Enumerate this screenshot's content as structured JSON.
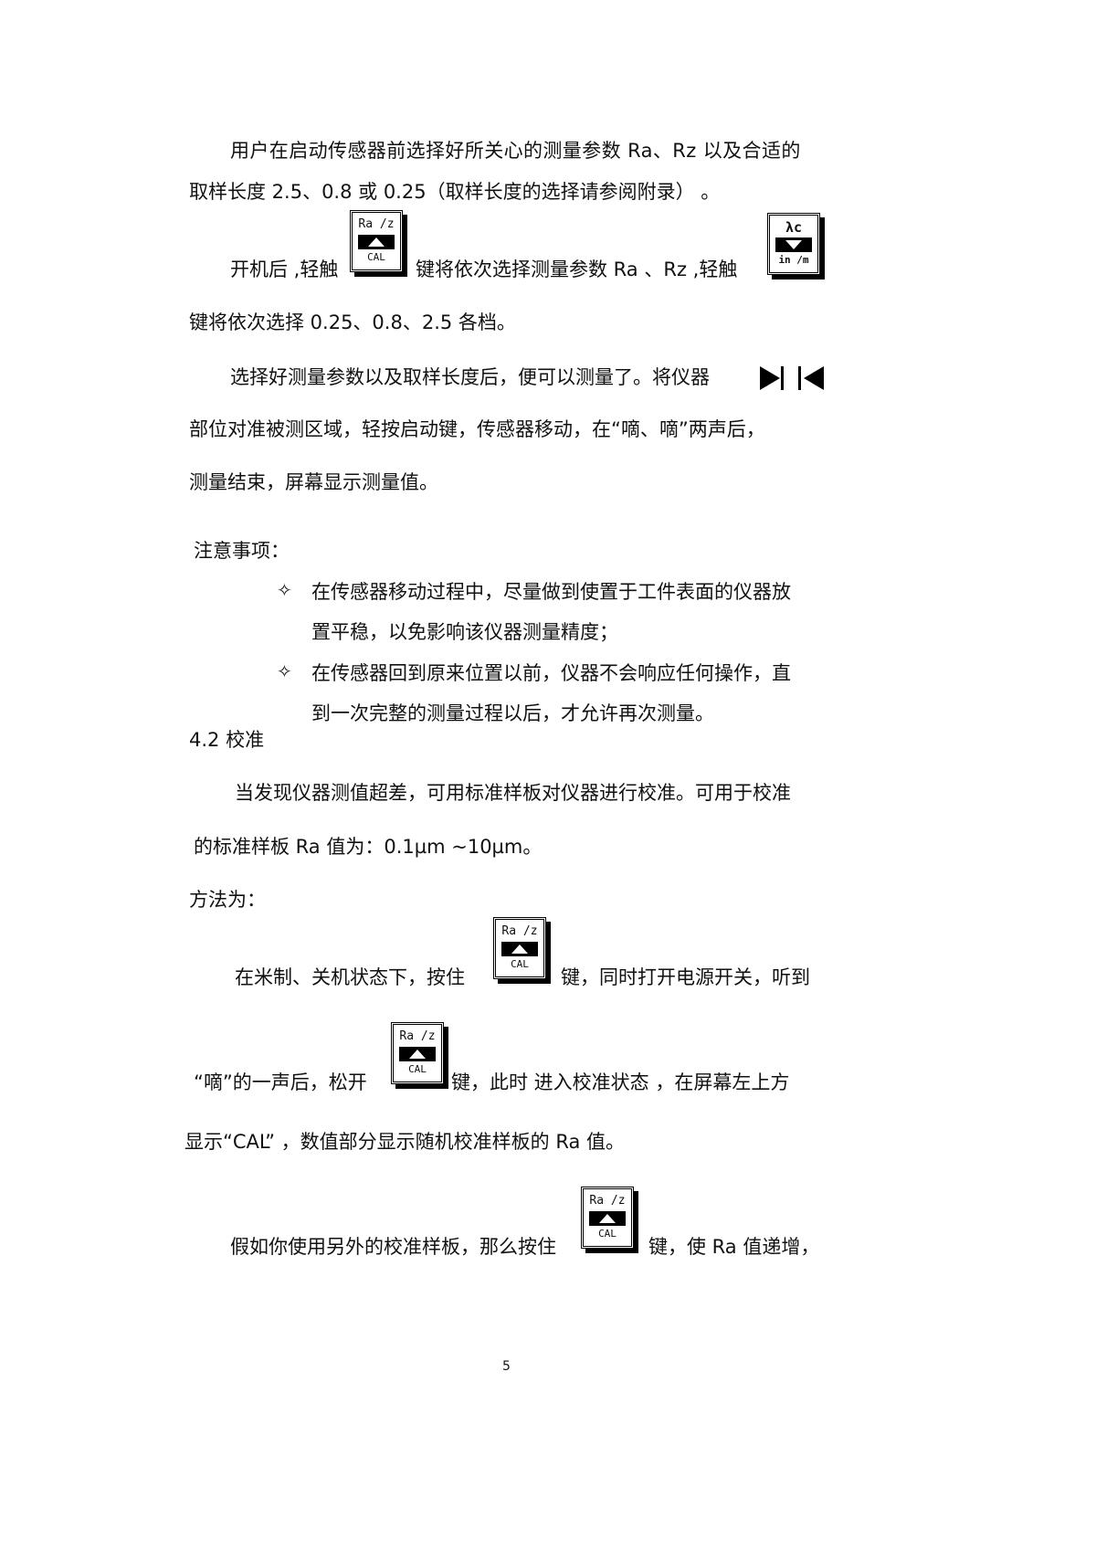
{
  "lines": {
    "l1": "用户在启动传感器前选择好所关心的测量参数 Ra、Rz 以及合适的",
    "l2": "取样长度 2.5、0.8 或 0.25（取样长度的选择请参阅附录）  。",
    "l3a": "开机后 ,轻触",
    "l3b": "键将依次选择测量参数 Ra 、Rz  ,轻触",
    "l4": "键将依次选择 0.25、0.8、2.5 各档。",
    "l5": "选择好测量参数以及取样长度后，便可以测量了。将仪器",
    "l6": "部位对准被测区域，轻按启动键，传感器移动，在“嘀、嘀”两声后，",
    "l7": "测量结束，屏幕显示测量值。",
    "notes_title": "注意事项：",
    "n1a": "在传感器移动过程中，尽量做到使置于工件表面的仪器放",
    "n1b": "置平稳，以免影响该仪器测量精度；",
    "n2a": "在传感器回到原来位置以前，仪器不会响应任何操作，直",
    "n2b": "到一次完整的测量过程以后，才允许再次测量。",
    "section": "4.2  校准",
    "c1": "当发现仪器测值超差，可用标准样板对仪器进行校准。可用于校准",
    "c2": "的标准样板 Ra 值为：0.1µm ~10µm。",
    "method": "方法为：",
    "m1a": "在米制、关机状态下，按住",
    "m1b": "键，同时打开电源开关，听到",
    "m2a": "“嘀”的一声后，松开",
    "m2b": "键，此时  进入校准状态   ，在屏幕左上方",
    "m3": "显示“CAL”   ，数值部分显示随机校准样板的 Ra 值。",
    "m4a": "假如你使用另外的校准样板，那么按住",
    "m4b": "键，使 Ra 值递增，"
  },
  "bullet": "✧",
  "keys": {
    "raz": {
      "top": "Ra /z",
      "bottom": "CAL"
    },
    "lc": {
      "top": "λc",
      "bottom": "in /m"
    }
  },
  "page_number": "5"
}
